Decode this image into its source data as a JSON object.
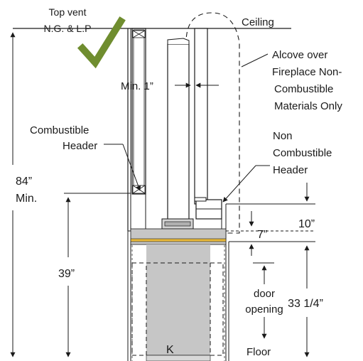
{
  "labels": {
    "top_vent_line1": "Top vent",
    "top_vent_line2": "N.G. & L.P",
    "ceiling": "Ceiling",
    "alcove_line1": "Alcove over",
    "alcove_line2": "Fireplace Non-",
    "alcove_line3": "Combustible",
    "alcove_line4": "Materials Only",
    "min_clearance": "Min. 1”",
    "combustible_header_line1": "Combustible",
    "combustible_header_line2": "Header",
    "non_combustible_line1": "Non",
    "non_combustible_line2": "Combustible",
    "non_combustible_line3": "Header",
    "total_height_line1": "84”",
    "total_height_line2": "Min.",
    "header_height": "39”",
    "dim_7": "7”",
    "dim_10": "10”",
    "door_opening_line1": "door",
    "door_opening_line2": "opening",
    "dim_33": "33 1/4”",
    "floor": "Floor"
  },
  "icons": {
    "check": "checkmark-icon"
  },
  "colors": {
    "check": "#6f8d2f",
    "firebox": "#c6c6c6",
    "brass_trim": "#e8b93c",
    "line": "#1a1a1a"
  }
}
